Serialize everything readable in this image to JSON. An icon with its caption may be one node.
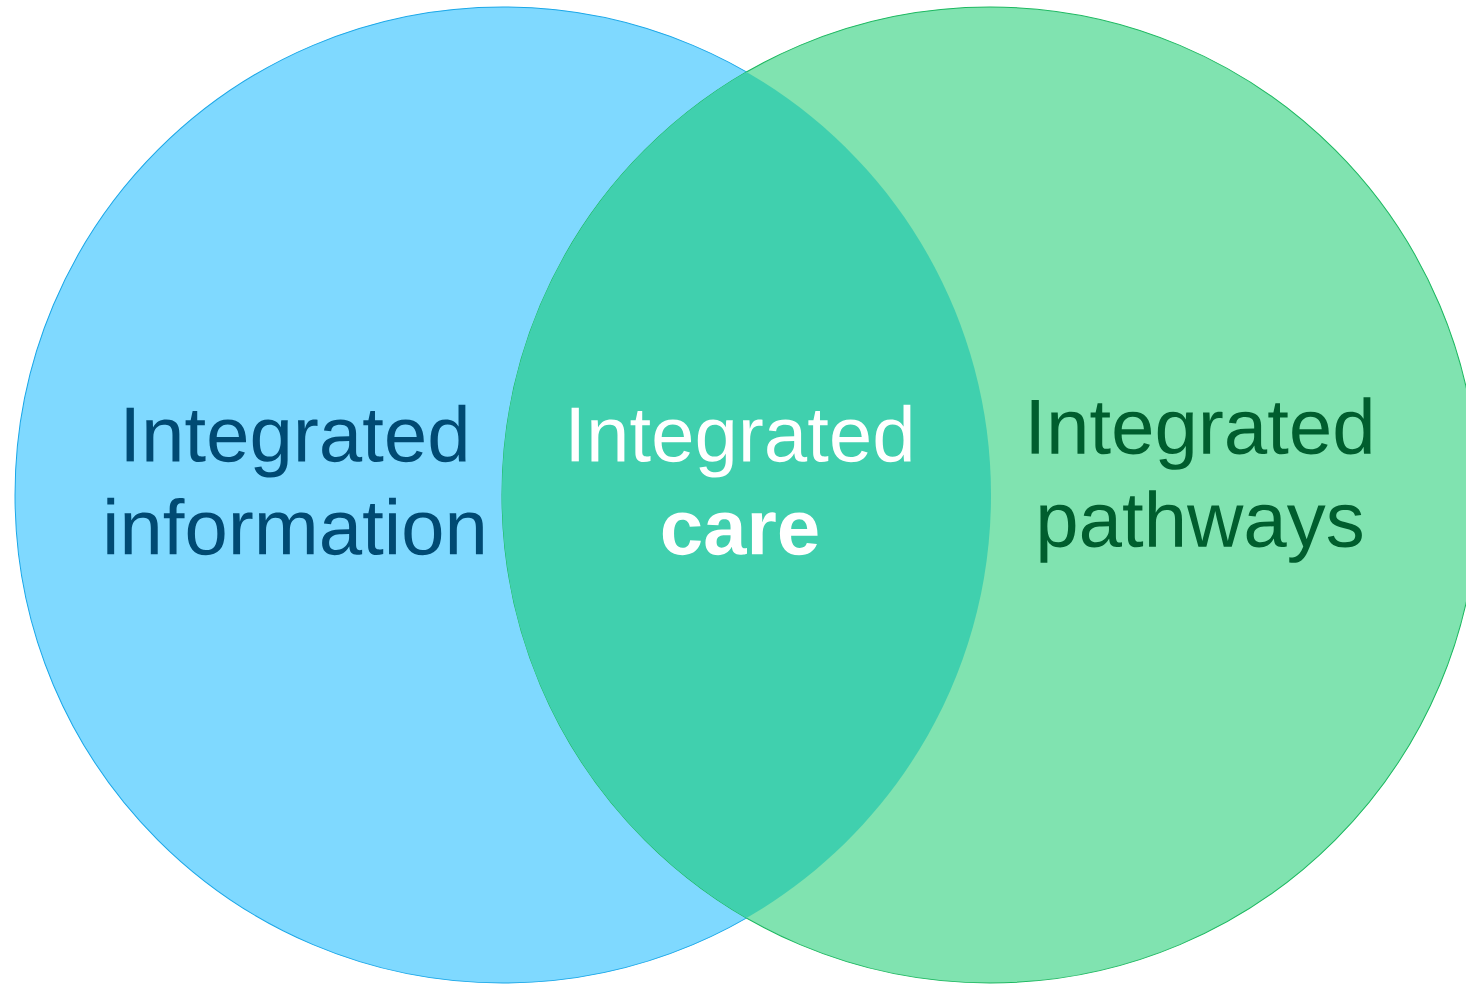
{
  "diagram": {
    "nodes": [
      {
        "text": [
          "Integrated information"
        ]
      },
      {
        "text": [
          "Integrated pathways"
        ]
      },
      {
        "text": [
          "Integrated **care**"
        ]
      }
    ]
  }
}
